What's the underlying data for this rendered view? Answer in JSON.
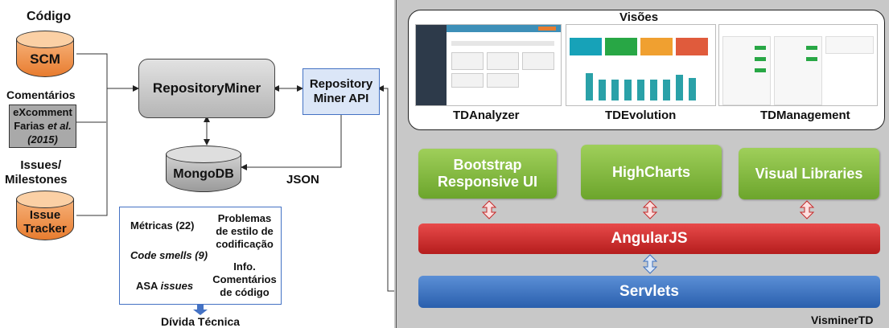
{
  "left": {
    "codigo_label": "Código",
    "scm_label": "SCM",
    "comentarios_label": "Comentários",
    "excomment_line1": "eXcomment",
    "excomment_line2_a": "Farias ",
    "excomment_line2_b": "et al.",
    "excomment_line3": "(2015)",
    "issues_label_line1": "Issues/",
    "issues_label_line2": "Milestones",
    "issue_tracker_line1": "Issue",
    "issue_tracker_line2": "Tracker",
    "repository_miner": "RepositoryMiner",
    "repository_miner_api_line1": "Repository",
    "repository_miner_api_line2": "Miner API",
    "mongodb": "MongoDB",
    "json_label": "JSON",
    "metrics_box": {
      "metricas": "Métricas (22)",
      "code_smells": "Code smells (9)",
      "asa_prefix": "ASA ",
      "asa_issues": "issues",
      "problemas_line1": "Problemas",
      "problemas_line2": "de estilo de",
      "problemas_line3": "codificação",
      "info_line1": "Info.",
      "info_line2": "Comentários",
      "info_line3": "de código"
    },
    "divida_tecnica": "Dívida Técnica"
  },
  "right": {
    "visoes_title": "Visões",
    "tdanalyzer": "TDAnalyzer",
    "tdevolution": "TDEvolution",
    "tdmanagement": "TDManagement",
    "bootstrap_line1": "Bootstrap",
    "bootstrap_line2": "Responsive UI",
    "highcharts": "HighCharts",
    "visual_libraries": "Visual Libraries",
    "angularjs": "AngularJS",
    "servlets": "Servlets",
    "visminertd": "VisminerTD"
  },
  "colors": {
    "orange": "#e87c2f",
    "gray_box": "#c9c9c9",
    "blue_box": "#dbe6f7",
    "green": "#7fb93a",
    "red": "#c62828",
    "blue": "#3a6fc0"
  }
}
